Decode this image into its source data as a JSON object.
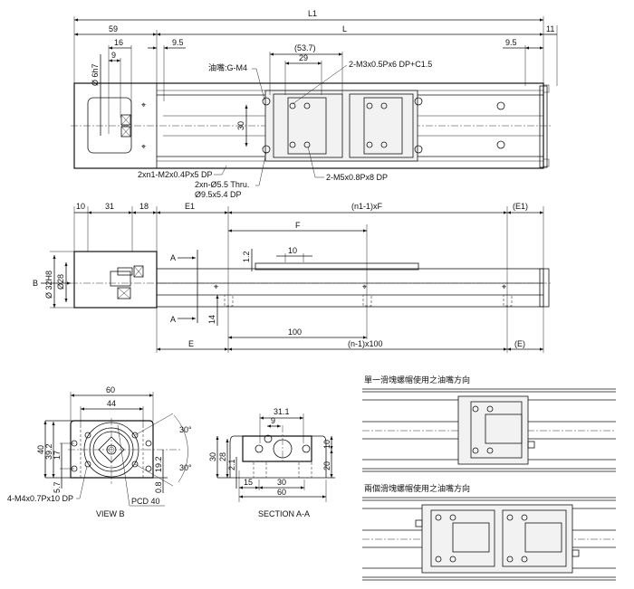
{
  "top_view": {
    "dims": {
      "L1": "L1",
      "L": "L",
      "d59": "59",
      "d11": "11",
      "d9_5_left": "9.5",
      "d9_5_right": "9.5",
      "d16": "16",
      "d9": "9",
      "d53_7": "(53.7)",
      "d29": "29",
      "d30": "30",
      "d6h7": "Ø 6h7"
    },
    "callouts": {
      "grease": "油嘴:G-M4",
      "m3": "2-M3x0.5Px6 DP+C1.5",
      "m2": "2xn1-M2x0.4Px5 DP",
      "thru1": "2xn-Ø5.5 Thru.",
      "thru2": "Ø9.5x5.4 DP",
      "m5": "2-M5x0.8Px8 DP"
    }
  },
  "side_view": {
    "dims": {
      "d10": "10",
      "d31": "31",
      "d18": "18",
      "E1": "E1",
      "n1F": "(n1-1)xF",
      "E1r": "(E1)",
      "F": "F",
      "d10b": "10",
      "d1_2": "1.2",
      "d32": "Ø 32H8",
      "d28": "Ø28",
      "d14": "14",
      "d100": "100",
      "E": "E",
      "n100": "(n-1)x100",
      "Er": "(E)"
    },
    "labels": {
      "B": "B",
      "A_top": "A",
      "A_bottom": "A"
    }
  },
  "view_b": {
    "title": "VIEW B",
    "dims": {
      "d60": "60",
      "d44": "44",
      "d40": "40",
      "d39_2": "39.2",
      "d17": "17",
      "d5_7": "5.7",
      "d19_2": "19.2",
      "d0_8": "0.8",
      "a30_top": "30°",
      "a30_bot": "30°"
    },
    "callouts": {
      "m4": "4-M4x0.7Px10 DP",
      "pcd": "PCD 40"
    }
  },
  "section_aa": {
    "title": "SECTION A-A",
    "dims": {
      "d31_1": "31.1",
      "d9": "9",
      "d30": "30",
      "d28": "28",
      "d2_1": "2.1",
      "d10": "10",
      "d20": "20",
      "d15": "15",
      "d30b": "30",
      "d60": "60"
    }
  },
  "panels": {
    "single": "單一滑塊螺帽使用之油嘴方向",
    "double": "兩個滑塊螺帽使用之油嘴方向"
  }
}
